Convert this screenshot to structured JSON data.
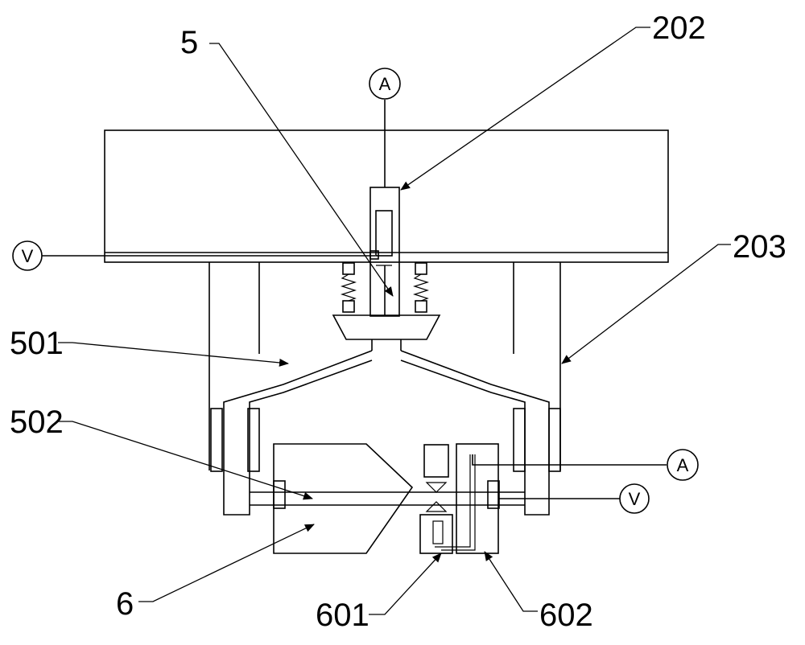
{
  "labels": {
    "l5": "5",
    "l202": "202",
    "l203": "203",
    "l501": "501",
    "l502": "502",
    "l6": "6",
    "l601": "601",
    "l602": "602"
  },
  "terminals": {
    "a_top": "A",
    "a_right": "A",
    "v_left": "V",
    "v_right": "V"
  }
}
